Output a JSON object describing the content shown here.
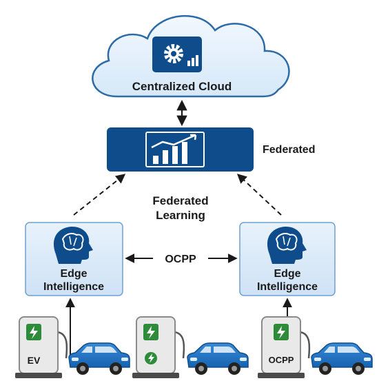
{
  "cloud": {
    "label": "Centralized Cloud",
    "icon": "gear-chart-icon"
  },
  "aggregator": {
    "label": "Federated",
    "icon": "bar-chart-growth-icon"
  },
  "center_label": {
    "line1": "Federated",
    "line2": "Learning"
  },
  "edge_left": {
    "line1": "Edge",
    "line2": "Intelligence",
    "icon": "brain-head-icon"
  },
  "edge_right": {
    "line1": "Edge",
    "line2": "Intelligence",
    "icon": "brain-head-icon"
  },
  "protocol_link": {
    "label": "OCPP"
  },
  "chargers": [
    {
      "label": "EV",
      "icon": "lightning-icon"
    },
    {
      "label": "",
      "icon": "lightning-icon"
    },
    {
      "label": "OCPP",
      "icon": "lightning-icon"
    }
  ],
  "colors": {
    "cloud_fill": "#e4f0fb",
    "cloud_stroke": "#2d6aa8",
    "dark_blue": "#0e4c8c",
    "edge_fill": "#dcebf8",
    "edge_stroke": "#6f9fd0",
    "car_blue": "#1f74c4",
    "charger_green": "#2e8b3a",
    "charger_body": "#e9e9e9",
    "text_dark": "#1a1a1a"
  }
}
